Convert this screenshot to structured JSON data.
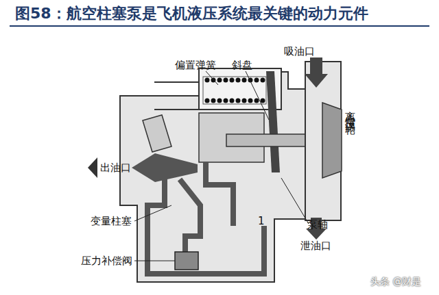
{
  "diagram": {
    "title": "图58：航空柱塞泵是飞机液压系统最关键的动力元件",
    "labels": [
      "偏置弹簧",
      "斜盘",
      "吸油口",
      "离心增压涡轮",
      "出油口",
      "变量柱塞",
      "压力补偿阀",
      "泵轴",
      "泄油口",
      "1",
      "头条 @财是"
    ]
  }
}
